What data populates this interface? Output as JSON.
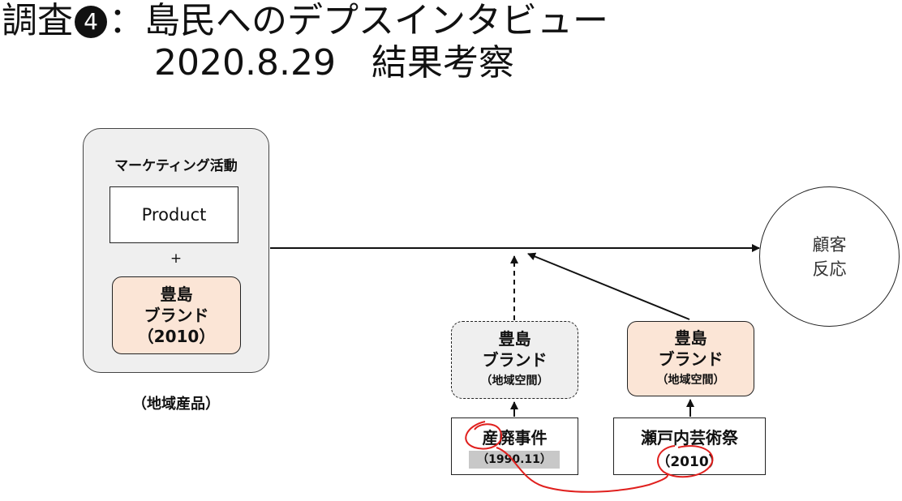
{
  "title": {
    "prefix": "調査",
    "number": "4",
    "suffix": "：島民へのデプスインタビュー",
    "line2": "2020.8.29　結果考察"
  },
  "marketing": {
    "label": "マーケティング活動",
    "product": "Product",
    "plus": "+",
    "brand_line1": "豊島",
    "brand_line2": "ブランド",
    "brand_line3": "（2010）",
    "caption": "（地域産品）"
  },
  "customer": {
    "line1": "顧客",
    "line2": "反応"
  },
  "brand_dashed": {
    "line1": "豊島",
    "line2": "ブランド",
    "line3": "（地域空間）"
  },
  "brand_solid": {
    "line1": "豊島",
    "line2": "ブランド",
    "line3": "（地域空間）"
  },
  "event_waste": {
    "line1": "産廃事件",
    "line2": "（1990.11）"
  },
  "event_art": {
    "line1": "瀬戸内芸術祭",
    "line2": "（2010）"
  },
  "colors": {
    "panel": "#efefef",
    "brand_fill": "#fbe5d6",
    "highlight": "#c8c8c8",
    "annotation": "#e0201e"
  }
}
